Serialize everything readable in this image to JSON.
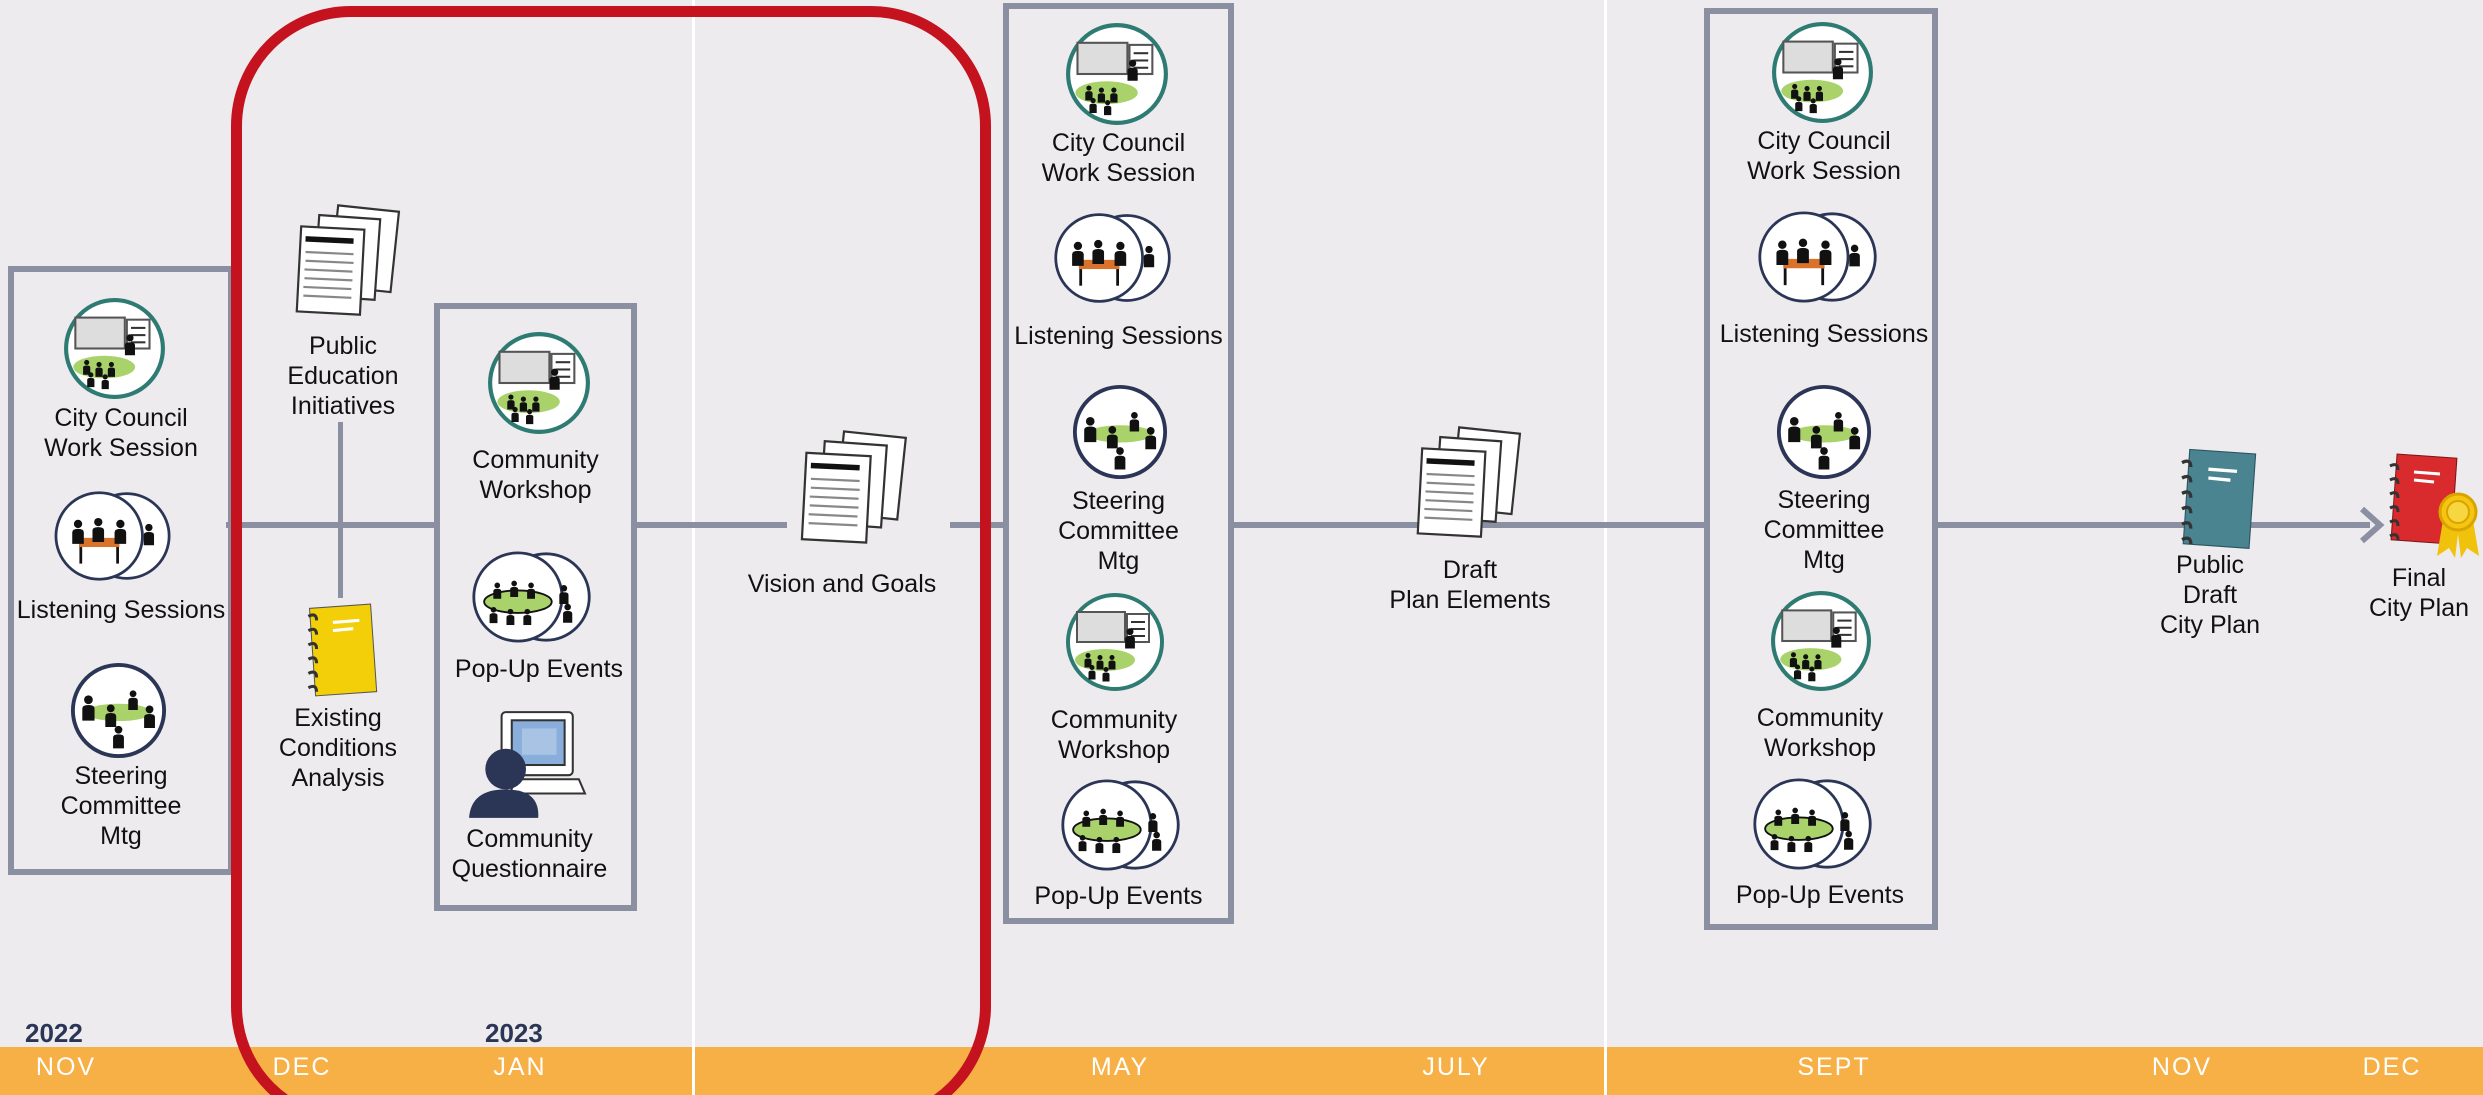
{
  "labels": {
    "council_1": "City Council\nWork Session",
    "listening_1": "Listening Sessions",
    "steering_1": "Steering\nCommittee\nMtg",
    "public_ed": "Public\nEducation\nInitiatives",
    "existing": "Existing\nConditions\nAnalysis",
    "workshop_1": "Community\nWorkshop",
    "popup_1": "Pop-Up Events",
    "questionnaire": "Community\nQuestionnaire",
    "vision": "Vision and Goals",
    "council_2": "City Council\nWork Session",
    "listening_2": "Listening Sessions",
    "steering_2": "Steering\nCommittee\nMtg",
    "workshop_2": "Community\nWorkshop",
    "popup_2": "Pop-Up Events",
    "draft": "Draft\nPlan Elements",
    "council_3": "City Council\nWork Session",
    "listening_3": "Listening Sessions",
    "steering_3": "Steering\nCommittee\nMtg",
    "workshop_3": "Community\nWorkshop",
    "popup_3": "Pop-Up Events",
    "public_draft": "Public\nDraft\nCity Plan",
    "final": "Final\nCity Plan"
  },
  "years": {
    "y2022": "2022",
    "y2023": "2023"
  },
  "months": {
    "nov1": "NOV",
    "dec1": "DEC",
    "jan": "JAN",
    "may": "MAY",
    "july": "JULY",
    "sept": "SEPT",
    "nov2": "NOV",
    "dec2": "DEC"
  },
  "icons": {
    "council": "presentation-meeting-icon",
    "listening": "listening-session-icon",
    "steering": "steering-committee-icon",
    "workshop": "community-workshop-icon",
    "popup": "pop-up-event-icon",
    "document": "document-stack-icon",
    "notebook": "notebook-icon",
    "computer": "computer-user-icon",
    "award": "award-ribbon-icon"
  },
  "colors": {
    "timeline_bar": "#f7b046",
    "highlight": "#c4121e",
    "box": "#8a8fa2",
    "teal": "#2e7b73"
  }
}
